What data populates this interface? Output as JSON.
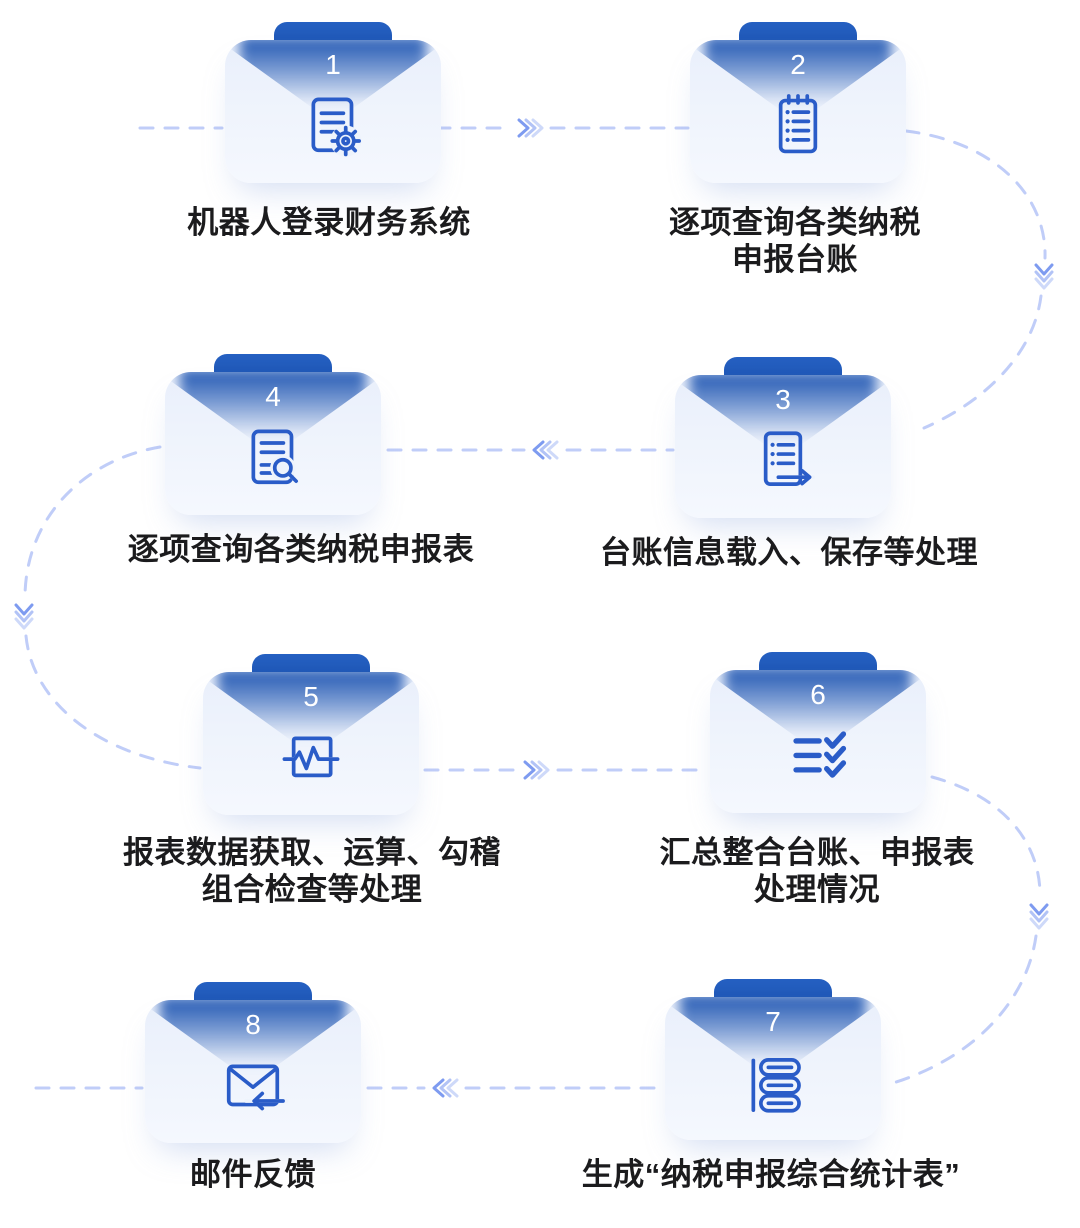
{
  "diagram": {
    "title": "",
    "colors": {
      "tab_blue": "#1b54b4",
      "icon_blue": "#2a5cc8",
      "card_bg": "#eef3fc",
      "dash": "#c0cdf8",
      "chevron": "#7e9bf0",
      "label_text": "#1b1b1d",
      "number_text": "#ffffff"
    },
    "steps": [
      {
        "number": "1",
        "label": "机器人登录财务系统",
        "icon": "document-gear"
      },
      {
        "number": "2",
        "label": "逐项查询各类纳税",
        "label_line2": "申报台账",
        "icon": "notepad-list"
      },
      {
        "number": "3",
        "label": "台账信息载入、保存等处理",
        "icon": "list-export-arrow"
      },
      {
        "number": "4",
        "label": "逐项查询各类纳税申报表",
        "icon": "document-search"
      },
      {
        "number": "5",
        "label": "报表数据获取、运算、勾稽",
        "label_line2": "组合检查等处理",
        "icon": "pulse-monitor"
      },
      {
        "number": "6",
        "label": "汇总整合台账、申报表",
        "label_line2": "处理情况",
        "icon": "checklist"
      },
      {
        "number": "7",
        "label": "生成“纳税申报综合统计表”",
        "icon": "stacked-items"
      },
      {
        "number": "8",
        "label": "邮件反馈",
        "icon": "mail-return"
      }
    ],
    "connectors": [
      {
        "from": "1",
        "to": "2",
        "direction": "right"
      },
      {
        "from": "2",
        "to": "3",
        "direction": "down-right-arc"
      },
      {
        "from": "3",
        "to": "4",
        "direction": "left"
      },
      {
        "from": "4",
        "to": "5",
        "direction": "down-left-arc"
      },
      {
        "from": "5",
        "to": "6",
        "direction": "right"
      },
      {
        "from": "6",
        "to": "7",
        "direction": "down-right-arc"
      },
      {
        "from": "7",
        "to": "8",
        "direction": "left"
      }
    ]
  }
}
